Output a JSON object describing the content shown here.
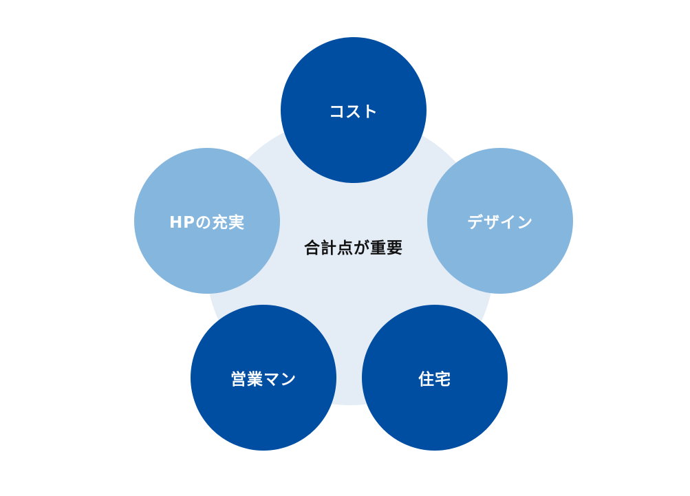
{
  "colors": {
    "background": "#ffffff",
    "center_disc": "#e4ecf6",
    "dark_blue": "#004ea2",
    "light_blue": "#85b6de",
    "center_text": "#111111",
    "node_text": "#ffffff"
  },
  "center": {
    "label": "合計点が重要"
  },
  "nodes": [
    {
      "label": "コスト",
      "tone": "dark_blue"
    },
    {
      "label": "デザイン",
      "tone": "light_blue"
    },
    {
      "label": "住宅",
      "tone": "dark_blue"
    },
    {
      "label": "営業マン",
      "tone": "dark_blue"
    },
    {
      "label": "HPの充実",
      "tone": "light_blue"
    }
  ]
}
